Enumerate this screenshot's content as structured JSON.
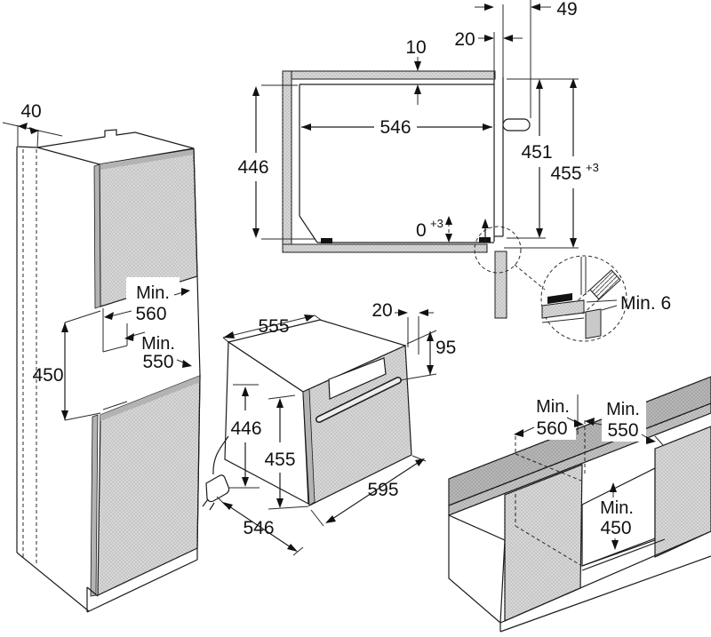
{
  "diagram": {
    "tall_cabinet": {
      "panel_thickness": "40",
      "niche_height": "450",
      "min_label_1": "Min.",
      "min_depth": "560",
      "min_label_2": "Min.",
      "min_width": "550"
    },
    "section": {
      "top_gap": "10",
      "door_offset": "20",
      "handle_clearance": "49",
      "inner_depth": "546",
      "left_height": "446",
      "inner_height": "451",
      "niche_height": "455",
      "niche_height_tol": "+3",
      "bottom_gap": "0",
      "bottom_gap_tol": "+3"
    },
    "detail": {
      "min_gap": "Min. 6"
    },
    "oven": {
      "top_depth": "555",
      "top_setback": "20",
      "control_panel_height": "95",
      "body_height": "446",
      "front_height": "455",
      "front_width": "595",
      "bottom_depth": "546"
    },
    "base_cabinet": {
      "min_label_1": "Min.",
      "min_depth": "560",
      "min_label_2": "Min.",
      "min_width": "550",
      "min_label_3": "Min.",
      "min_height": "450"
    }
  }
}
